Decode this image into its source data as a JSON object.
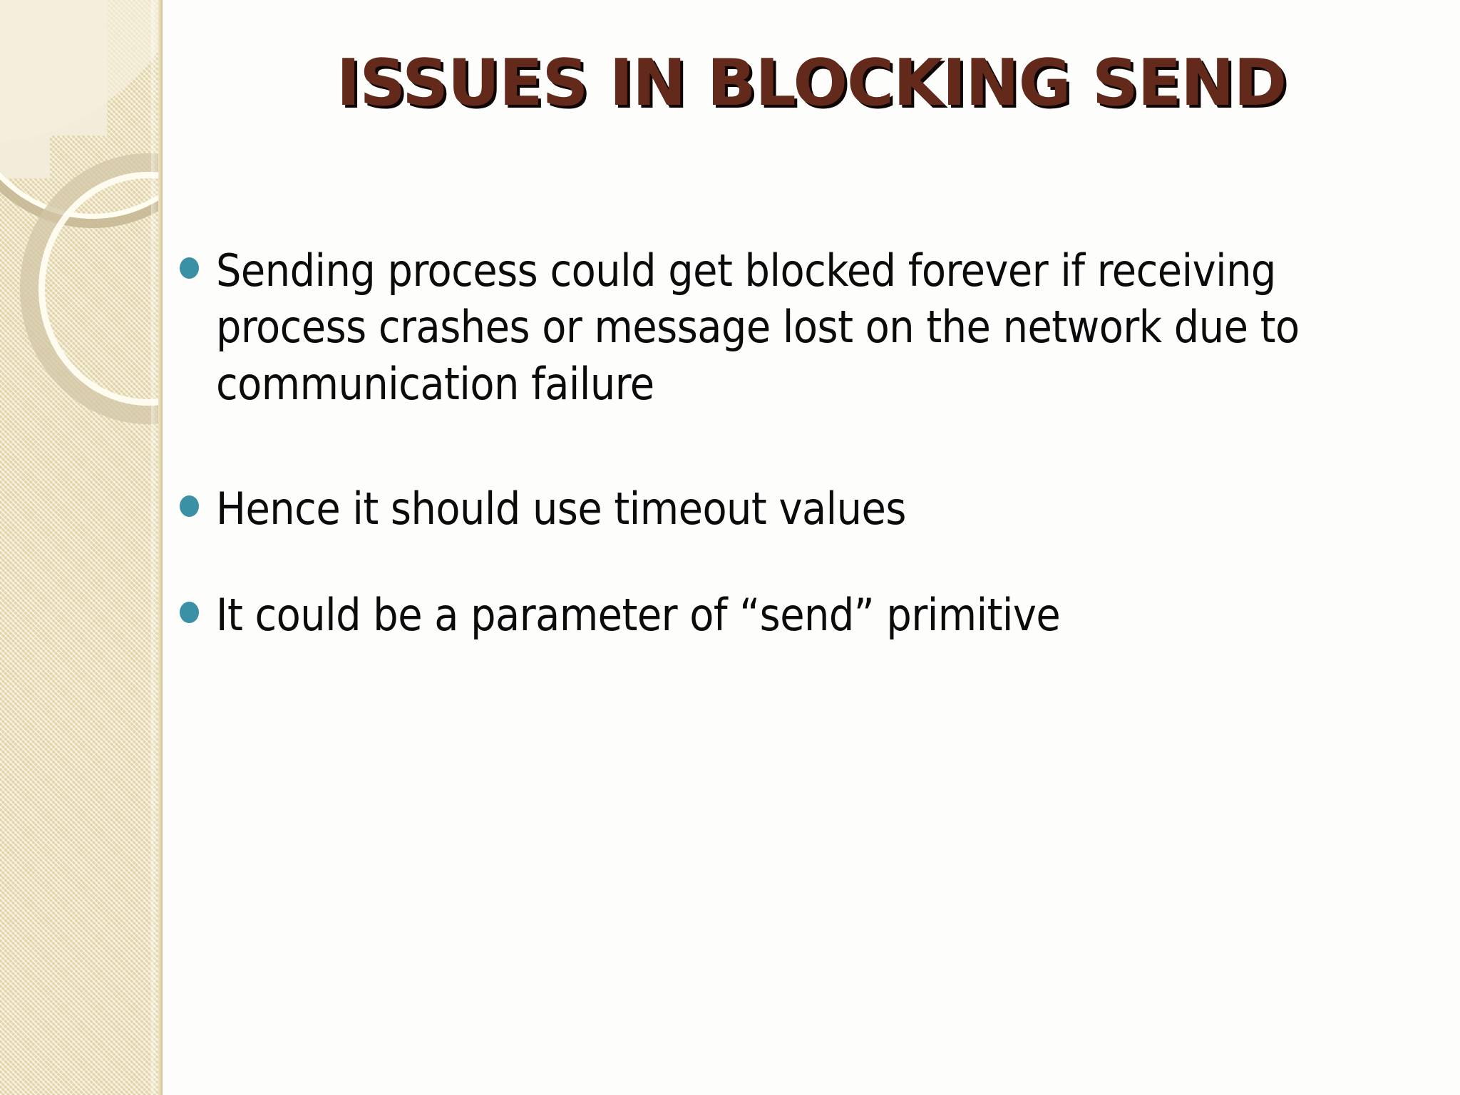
{
  "slide": {
    "title": "ISSUES IN BLOCKING SEND",
    "background_color": "#fdfefb",
    "title_color": "#63291b",
    "title_shadow_color": "#0d0605",
    "bullet_color": "#3a90a4",
    "body_text_color": "#0b0b0b",
    "sidebar": {
      "base_color": "#ece0b6",
      "light_block_color": "#f3ecda",
      "ring_color": "#c4b692",
      "ring_highlight_color": "#fffdf2",
      "edge_color": "#cdbf93",
      "decoration_name": "overlapping-rings-texture"
    },
    "bullets": [
      {
        "text": "Sending process could get blocked forever if receiving process crashes or message lost on the network due to communication failure"
      },
      {
        "text": "Hence it should use timeout values"
      },
      {
        "text": "It could be a parameter of “send” primitive"
      }
    ]
  }
}
